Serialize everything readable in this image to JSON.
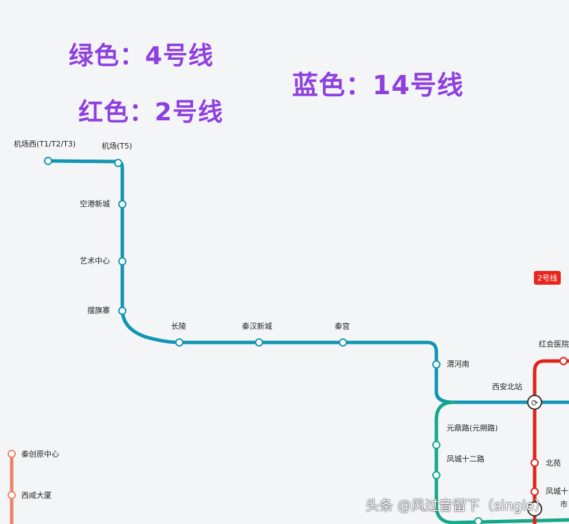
{
  "legend": {
    "green": "绿色：4号线",
    "red": "红色：2号线",
    "blue": "蓝色：14号线"
  },
  "colors": {
    "line14": "#1195b4",
    "line4": "#14a88a",
    "line2": "#e32219",
    "line_orange": "#e8846a",
    "legend_text": "#8e3fe0"
  },
  "line_tag": "2号线",
  "stations": {
    "jichangxi": "机场西(T1/T2/T3)",
    "jichang_t5": "机场(T5)",
    "konggang": "空港新城",
    "yishu": "艺术中心",
    "baiqi": "摆旗寨",
    "changling": "长陵",
    "qinhan": "秦汉新城",
    "qingong": "秦宫",
    "weihenan": "渭河南",
    "xianbeizhan": "西安北站",
    "hongyihui": "红会医院",
    "yuandinglu": "元鼎路(元朔路)",
    "fengcheng12": "凤城十二路",
    "beiyuan": "北苑",
    "fengcheng10": "凤城十",
    "shi": "市",
    "qinchuang": "秦创原中心",
    "xixian": "西咸大厦"
  },
  "watermark": "头条 @风过音留下（single）"
}
